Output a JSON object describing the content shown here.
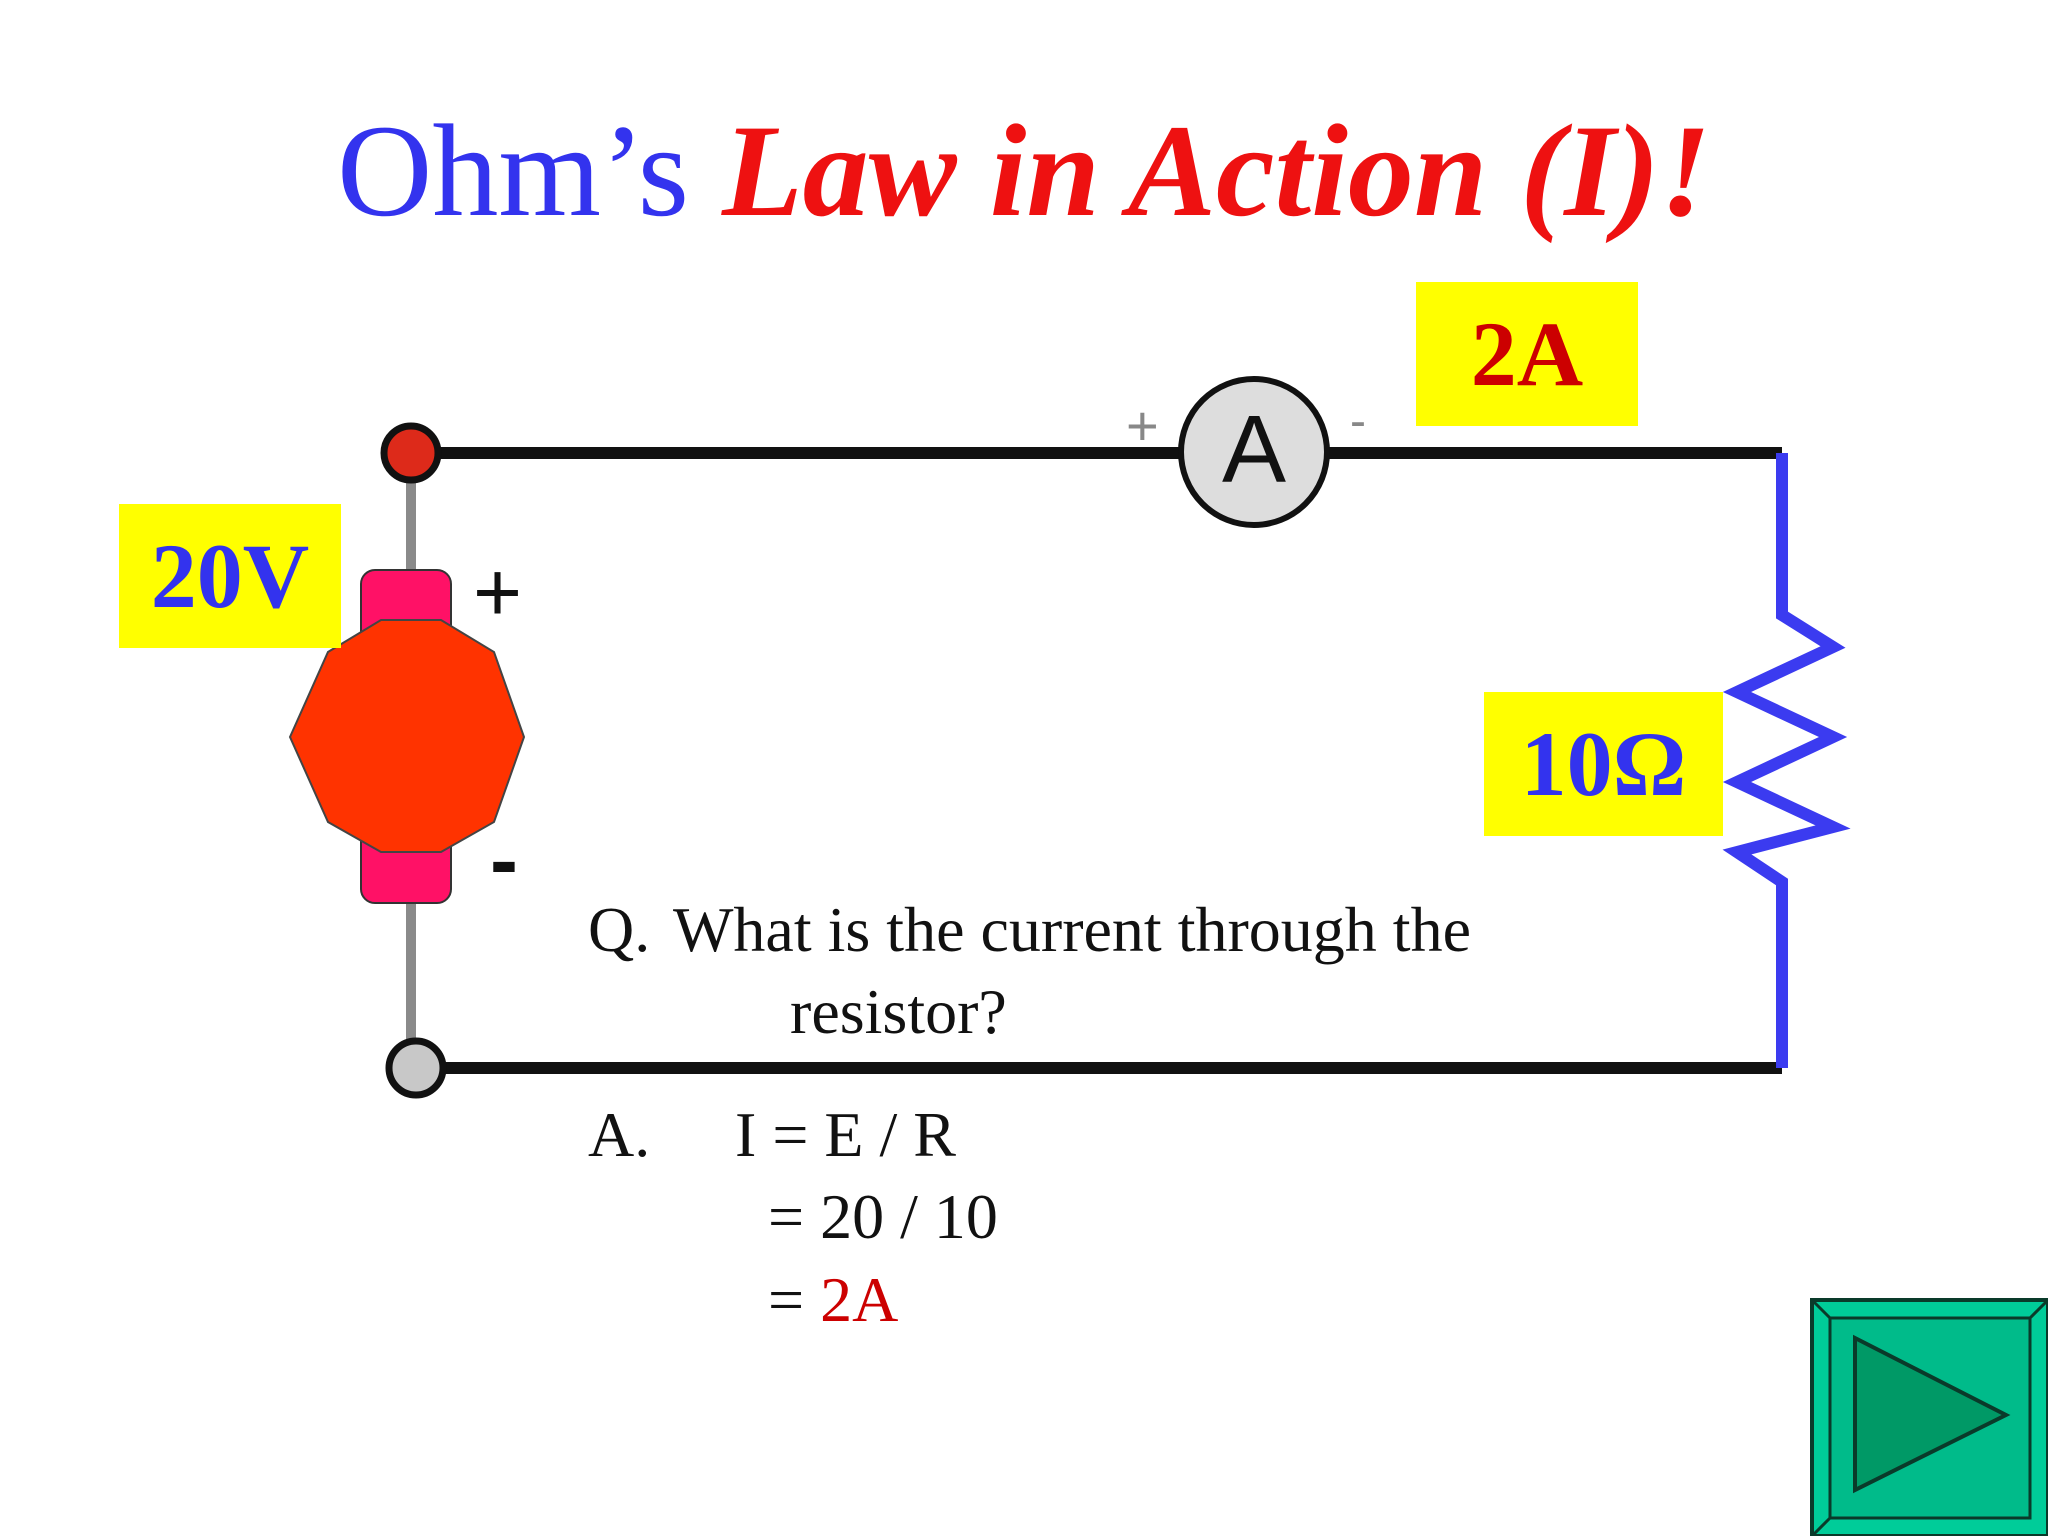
{
  "title": {
    "part1": "Ohm’s ",
    "part2": "Law in Action (I)!"
  },
  "labels": {
    "voltage": "20V",
    "current": "2A",
    "resistance": "10Ω"
  },
  "meter": {
    "symbol": "A",
    "plus": "+",
    "minus": "-"
  },
  "battery": {
    "plus": "+",
    "minus": "-"
  },
  "question": {
    "prefix": "Q.",
    "line1": "What is the current through the",
    "line2": "resistor?"
  },
  "answer": {
    "prefix": "A.",
    "line1": "I = E / R",
    "line2": "= 20 / 10",
    "line3_eq": "=",
    "line3_val": "2A"
  },
  "colors": {
    "blue": "#3333ee",
    "red": "#ee1111",
    "highlight": "#ffff00",
    "nav_button": "#00cc99"
  },
  "nav": {
    "next_icon": "play-triangle-icon"
  }
}
